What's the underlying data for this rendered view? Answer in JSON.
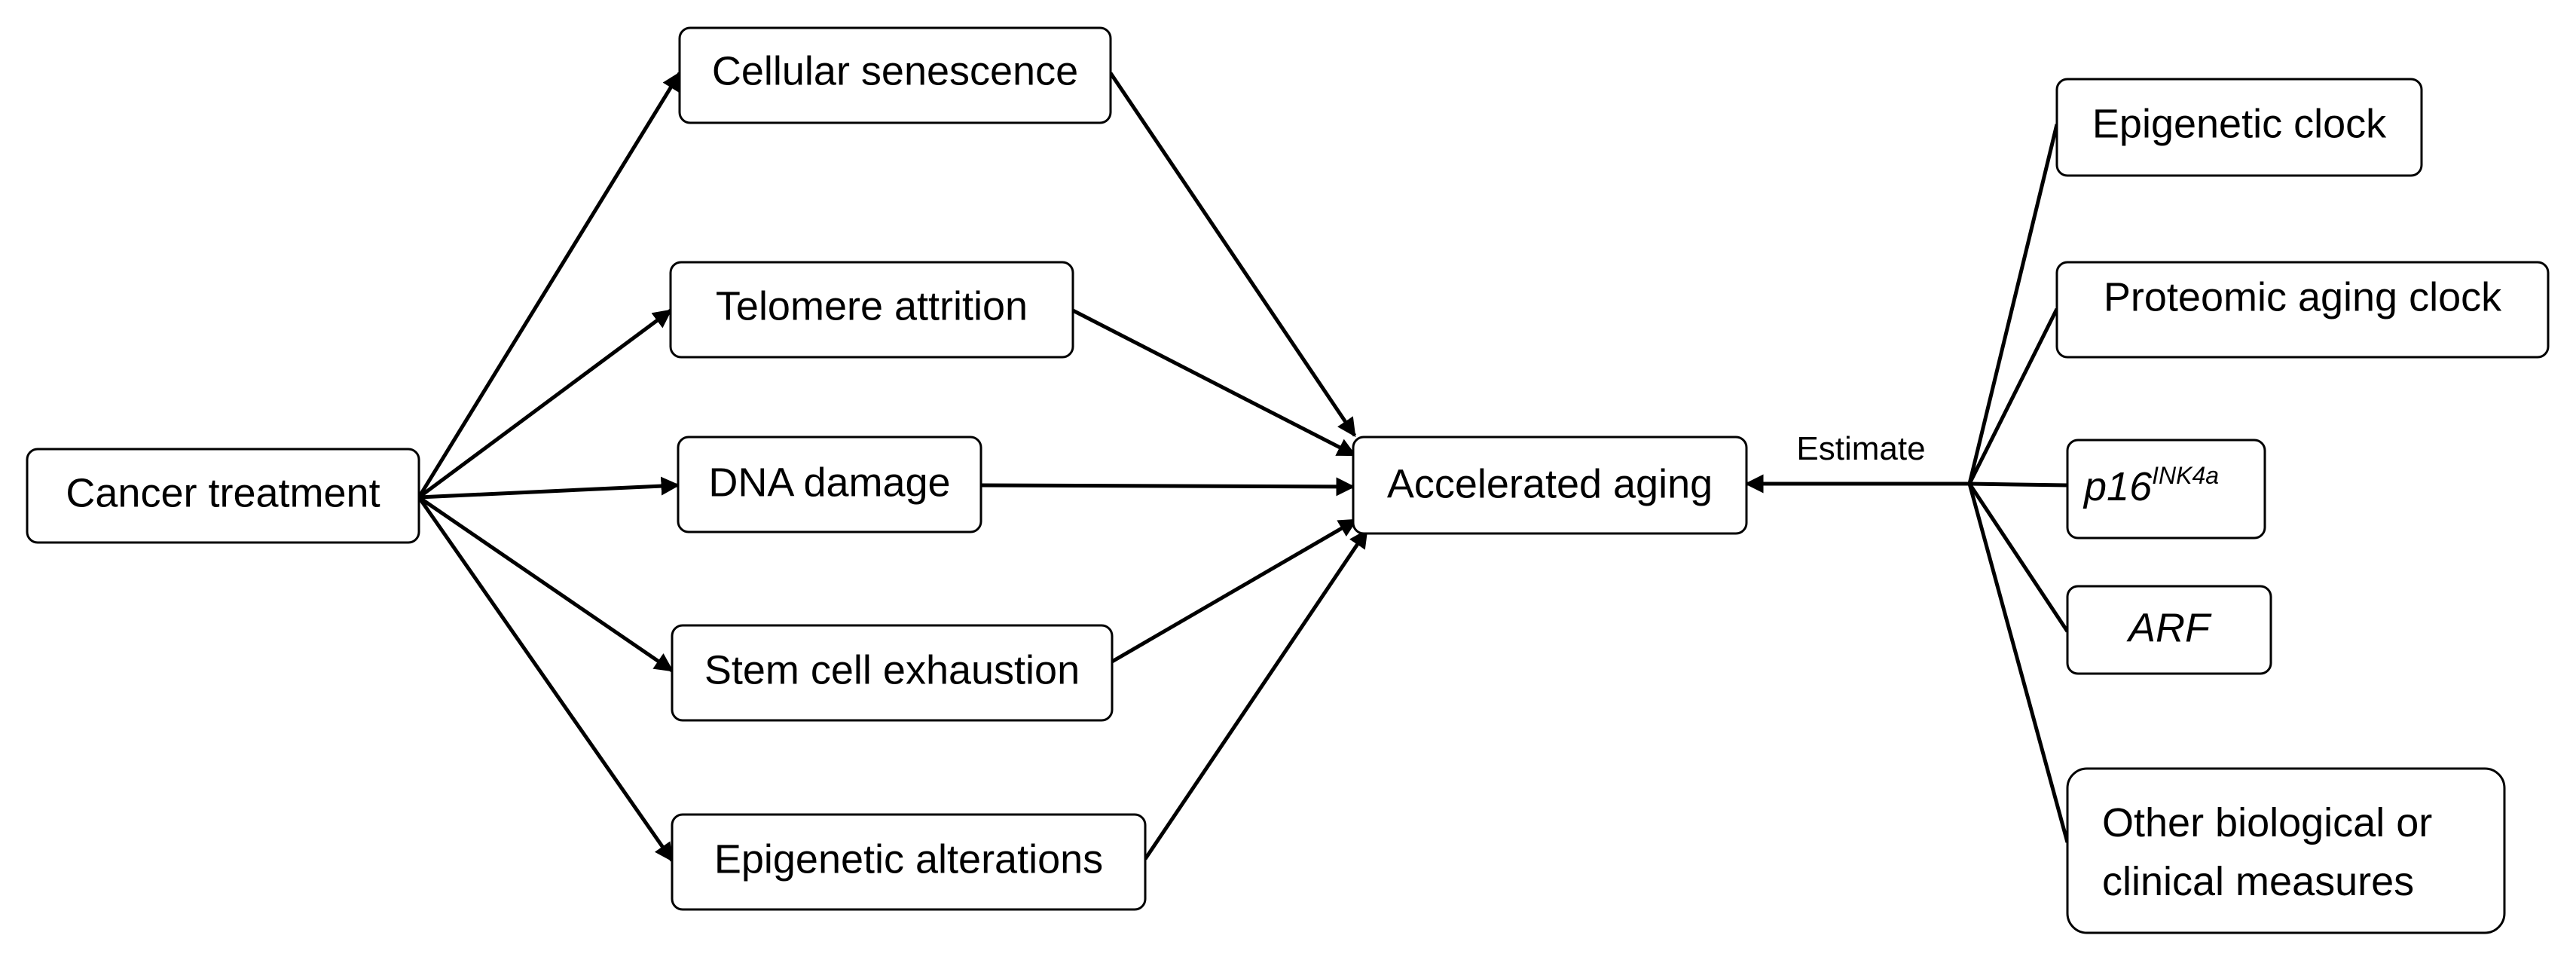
{
  "colors": {
    "background": "#ffffff",
    "stroke": "#000000",
    "text": "#000000"
  },
  "nodes": {
    "cancer_treatment": "Cancer treatment",
    "cellular_senescence": "Cellular senescence",
    "telomere_attrition": "Telomere attrition",
    "dna_damage": "DNA damage",
    "stem_cell_exhaustion": "Stem cell exhaustion",
    "epigenetic_alterations": "Epigenetic alterations",
    "accelerated_aging": "Accelerated aging",
    "epigenetic_clock": "Epigenetic clock",
    "proteomic_aging_clock": "Proteomic aging clock",
    "p16_main": "p16",
    "p16_sup": "INK4a",
    "arf": "ARF",
    "other_measures_line1": "Other biological or",
    "other_measures_line2": "clinical measures"
  },
  "edges": {
    "estimate_label": "Estimate"
  }
}
